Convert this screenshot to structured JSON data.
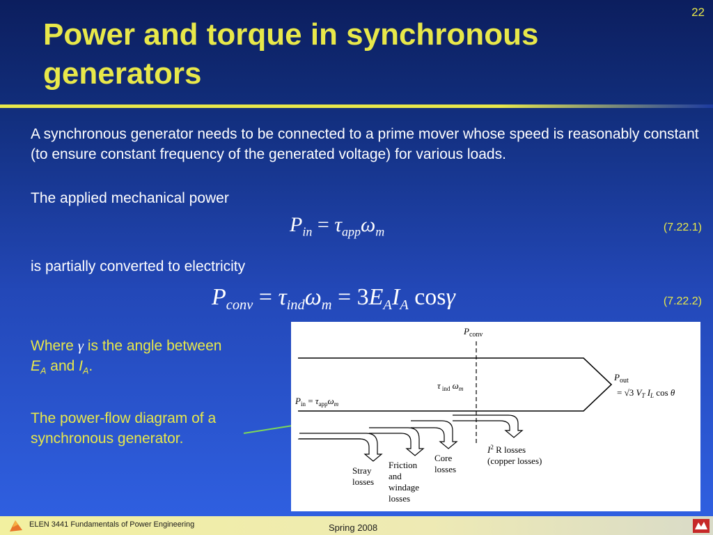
{
  "slide_number": "22",
  "title": "Power and torque in synchronous generators",
  "paragraph1": "A synchronous generator needs to be connected to a prime mover whose speed is reasonably constant (to ensure constant frequency of the generated voltage) for various loads.",
  "paragraph2": "The applied mechanical power",
  "eq1_number": "(7.22.1)",
  "paragraph3": "is partially converted to electricity",
  "eq2_number": "(7.22.2)",
  "where_prefix": "Where",
  "where_suffix": "is the angle between",
  "where_line2_and": "and",
  "caption": "The power-flow diagram of a synchronous generator.",
  "figure": {
    "p_conv": "P",
    "p_conv_sub": "conv",
    "p_out": "P",
    "p_out_sub": "out",
    "p_in": "P",
    "p_in_sub": "in",
    "tau_ind": "τ",
    "losses": {
      "stray": [
        "Stray",
        "losses"
      ],
      "friction": [
        "Friction",
        "and",
        "windage",
        "losses"
      ],
      "core": [
        "Core",
        "losses"
      ],
      "copper": [
        "R losses",
        "(copper losses)"
      ]
    }
  },
  "footer_left": "ELEN 3441 Fundamentals of Power Engineering",
  "footer_center": "Spring 2008",
  "colors": {
    "title_yellow": "#e8e84a",
    "background_blue": "#2348b8",
    "caption_pointer": "#7ed957"
  }
}
